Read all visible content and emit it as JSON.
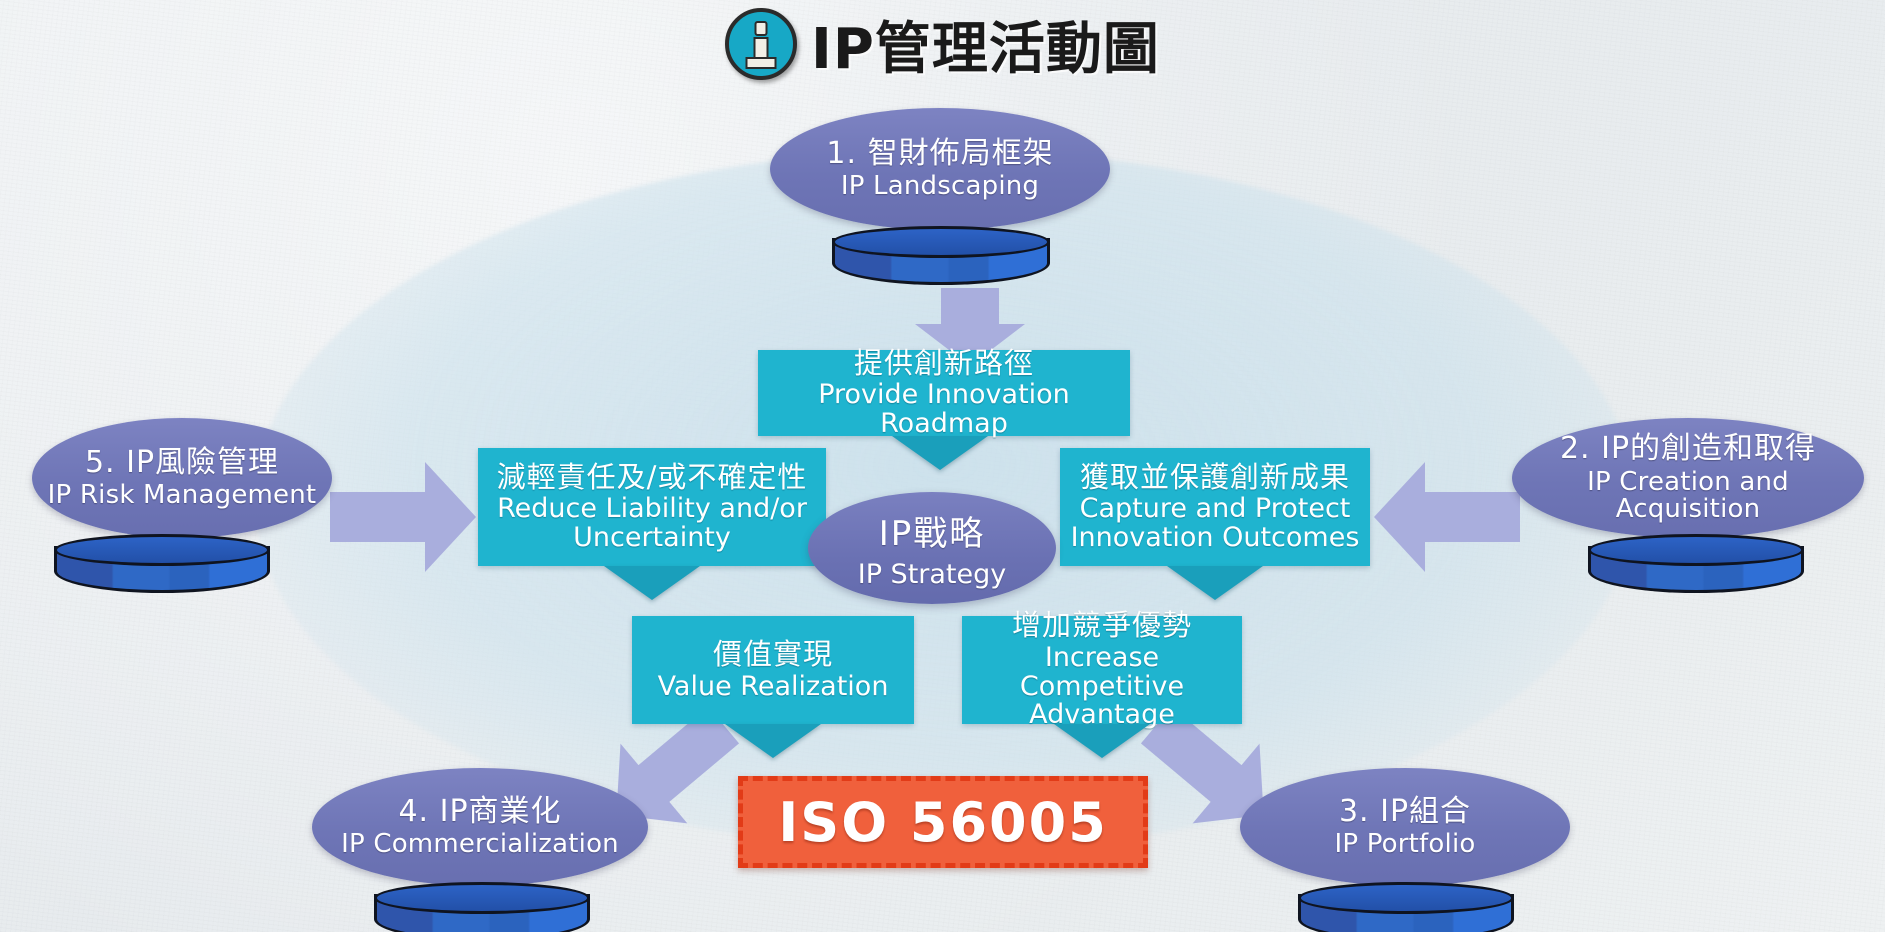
{
  "title": {
    "icon": "info-icon",
    "text": "IP管理活動圖"
  },
  "center": {
    "zh": "IP戰略",
    "en": "IP Strategy"
  },
  "iso": {
    "label": "ISO 56005"
  },
  "outer_nodes": [
    {
      "id": "landscaping",
      "zh": "1. 智財佈局框架",
      "en": "IP Landscaping"
    },
    {
      "id": "creation",
      "zh": "2. IP的創造和取得",
      "en": "IP Creation and Acquisition"
    },
    {
      "id": "portfolio",
      "zh": "3. IP組合",
      "en": "IP Portfolio"
    },
    {
      "id": "commercial",
      "zh": "4. IP商業化",
      "en": "IP Commercialization"
    },
    {
      "id": "risk",
      "zh": "5. IP風險管理",
      "en": "IP Risk Management"
    }
  ],
  "outcome_boxes": [
    {
      "id": "roadmap",
      "zh": "提供創新路徑",
      "en": "Provide Innovation Roadmap"
    },
    {
      "id": "reduce",
      "zh": "減輕責任及/或不確定性",
      "en": "Reduce Liability and/or Uncertainty"
    },
    {
      "id": "capture",
      "zh": "獲取並保護創新成果",
      "en": "Capture and Protect Innovation Outcomes"
    },
    {
      "id": "value",
      "zh": "價值實現",
      "en": "Value Realization"
    },
    {
      "id": "competitive",
      "zh": "增加競爭優勢",
      "en": "Increase Competitive Advantage"
    }
  ],
  "colors": {
    "teal_box": "#1fb4cf",
    "purple_node": "#6e75b6",
    "cylinder_blue": "#2f69c6",
    "iso_orange": "#f0603c",
    "iso_border": "#e23b17",
    "arrow_lavender": "#a9aedd",
    "info_icon_teal": "#17a8c6",
    "background": "#eceff1"
  }
}
